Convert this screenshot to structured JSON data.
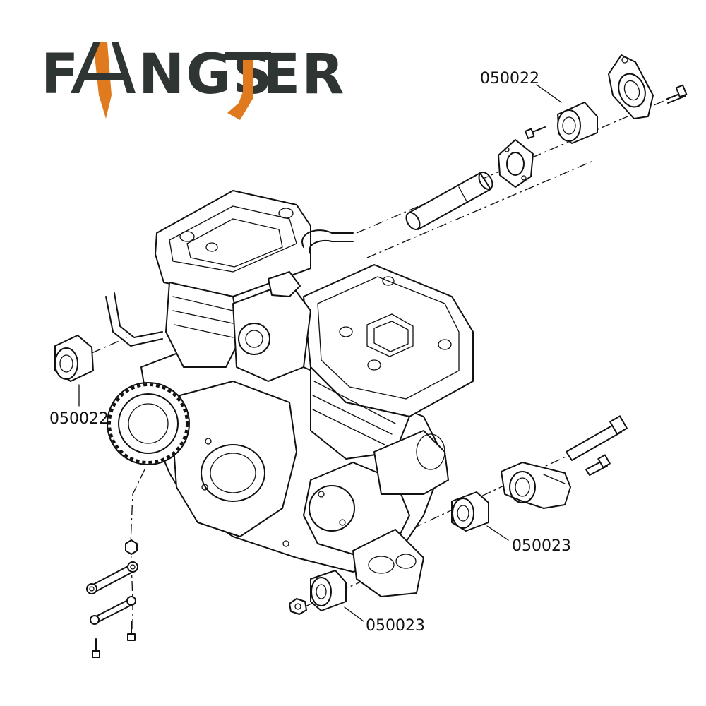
{
  "logo": {
    "text_left": "F",
    "text_mid": "NGS",
    "text_right": "ER",
    "text_a": "A",
    "text_t": "T",
    "brand": "FANGSTER",
    "dark_color": "#2f3533",
    "accent_color": "#e07a1e"
  },
  "labels": {
    "top_right": "050022",
    "left": "050022",
    "mid_right": "050023",
    "bottom": "050023"
  }
}
